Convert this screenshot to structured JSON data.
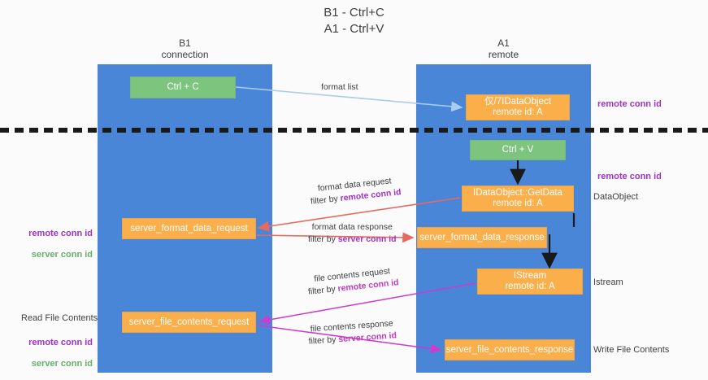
{
  "title": "B1 - Ctrl+C\nA1 - Ctrl+V",
  "columns": {
    "left": "B1\nconnection",
    "right": "A1\nremote"
  },
  "colors": {
    "lane": "#4a86d8",
    "green_box": "#7dc47f",
    "orange_box": "#fbaf4b",
    "purple_text": "#a032c8",
    "green_text": "#66b06a",
    "blue_arrow": "#a8cdee",
    "red_arrow": "#e8695e",
    "magenta_arrow": "#cc3bcc",
    "black_arrow": "#1a1a1a",
    "divider": "#1a1a1a"
  },
  "boxes": {
    "ctrl_c": "Ctrl + C",
    "idataobject": "仅/7IDataObject\nremote id: A",
    "ctrl_v": "Ctrl + V",
    "idataobject_getdata": "IDataObject::GetData\nremote id: A",
    "server_format_data_request": "server_format_data_request",
    "server_format_data_response": "server_format_data_response",
    "istream": "IStream\nremote id: A",
    "server_file_contents_request": "server_file_contents_request",
    "server_file_contents_response": "server_file_contents_response"
  },
  "edge_labels": {
    "format_list": "format list",
    "format_data_request": "format data request",
    "format_data_request_filter_prefix": "filter by ",
    "format_data_request_filter_key": "remote conn id",
    "format_data_response": "format data response",
    "format_data_response_filter_prefix": "filter by ",
    "format_data_response_filter_key": "server conn id",
    "file_contents_request": "file contents request",
    "file_contents_request_filter_prefix": "filter by ",
    "file_contents_request_filter_key": "remote conn id",
    "file_contents_response": "file contents response",
    "file_contents_response_filter_prefix": "filter by ",
    "file_contents_response_filter_key": "server conn id"
  },
  "right_notes": {
    "remote_conn_id_top": "remote conn id",
    "remote_conn_id_mid": "remote conn id",
    "dataobject": "DataObject",
    "istream": "Istream",
    "write_file_contents": "Write File Contents"
  },
  "left_notes": {
    "remote_conn_id": "remote conn id",
    "server_conn_id": "server conn id",
    "read_file_contents": "Read File Contents",
    "remote_conn_id_2": "remote conn id",
    "server_conn_id_2": "server conn id"
  }
}
